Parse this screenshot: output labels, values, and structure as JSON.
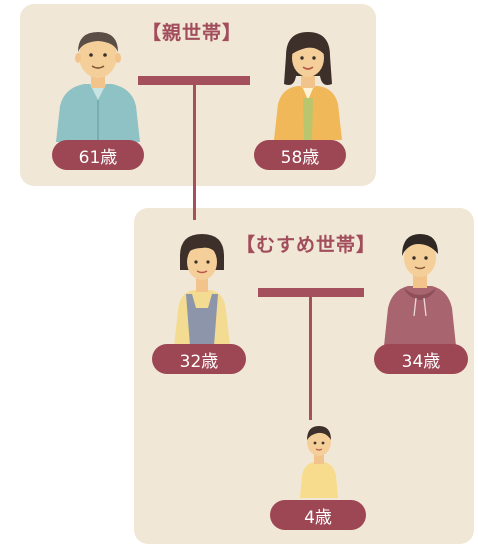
{
  "households": {
    "parents": {
      "title": "【親世帯】",
      "members": [
        {
          "age": "61歳"
        },
        {
          "age": "58歳"
        }
      ]
    },
    "daughter": {
      "title": "【むすめ世帯】",
      "members": [
        {
          "age": "32歳"
        },
        {
          "age": "34歳"
        },
        {
          "age": "4歳"
        }
      ]
    }
  },
  "colors": {
    "panel": "#f1e7d6",
    "accent": "#9d4654",
    "line": "#a5505d"
  }
}
